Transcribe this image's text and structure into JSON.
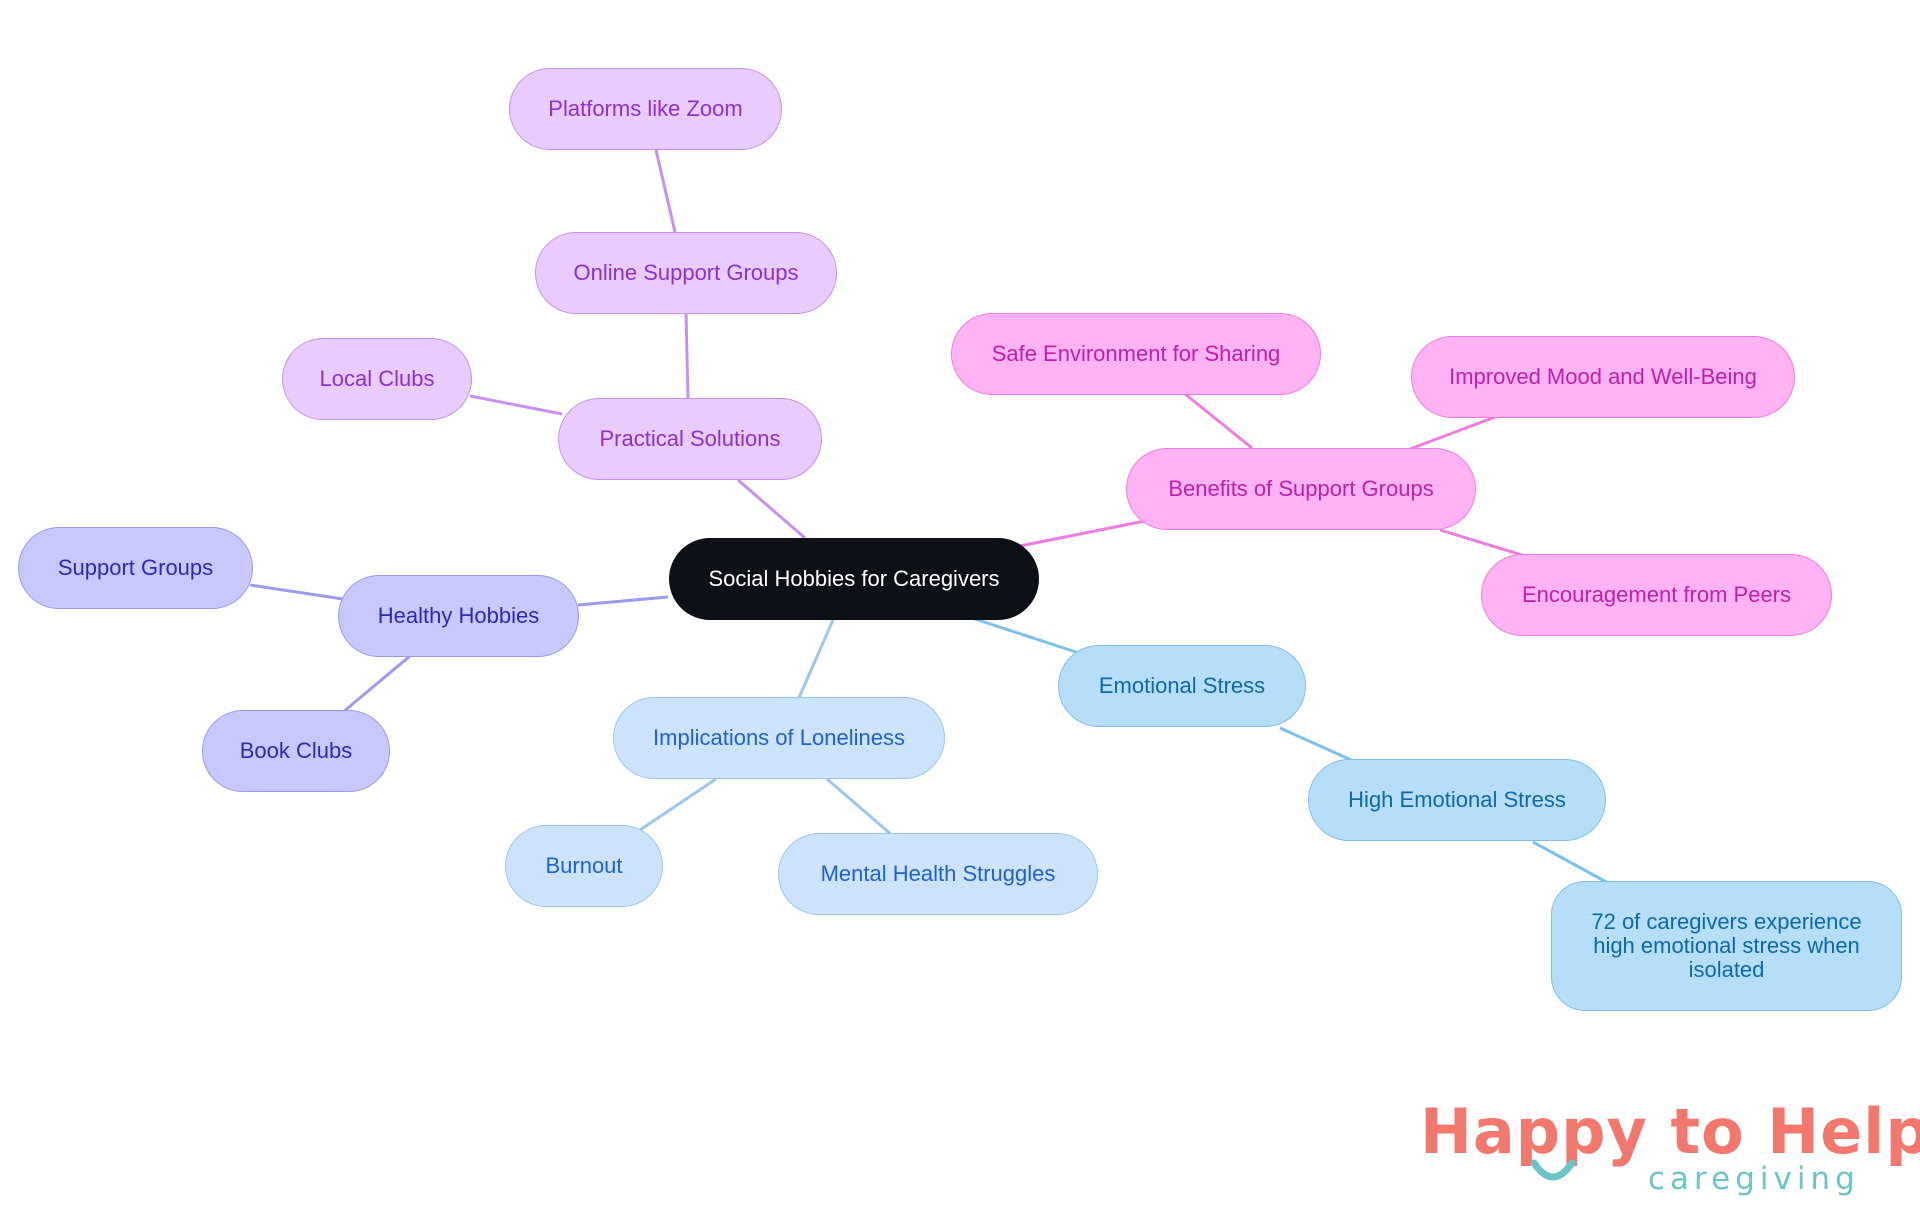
{
  "mindmap": {
    "root": "Social Hobbies for Caregivers",
    "branches": [
      {
        "label": "Practical Solutions",
        "children": [
          {
            "label": "Online Support Groups",
            "children": [
              {
                "label": "Platforms like Zoom"
              }
            ]
          },
          {
            "label": "Local Clubs"
          }
        ]
      },
      {
        "label": "Benefits of Support Groups",
        "children": [
          {
            "label": "Safe Environment for Sharing"
          },
          {
            "label": "Improved Mood and Well-Being"
          },
          {
            "label": "Encouragement from Peers"
          }
        ]
      },
      {
        "label": "Healthy Hobbies",
        "children": [
          {
            "label": "Support Groups"
          },
          {
            "label": "Book Clubs"
          }
        ]
      },
      {
        "label": "Implications of Loneliness",
        "children": [
          {
            "label": "Burnout"
          },
          {
            "label": "Mental Health Struggles"
          }
        ]
      },
      {
        "label": "Emotional Stress",
        "children": [
          {
            "label": "High Emotional Stress",
            "children": [
              {
                "label": "72 of caregivers experience high emotional stress when isolated"
              }
            ]
          }
        ]
      }
    ]
  },
  "colors": {
    "root": "#0d1117",
    "violet": "#e8ccff",
    "pink": "#ffb3f5",
    "indigo": "#c8c8ff",
    "lightblue": "#cde3fb",
    "sky": "#b6def9",
    "brand_coral": "#f2776d",
    "brand_teal": "#6cc4c8"
  },
  "branding": {
    "name": "Happy to Help",
    "tagline": "caregiving"
  }
}
